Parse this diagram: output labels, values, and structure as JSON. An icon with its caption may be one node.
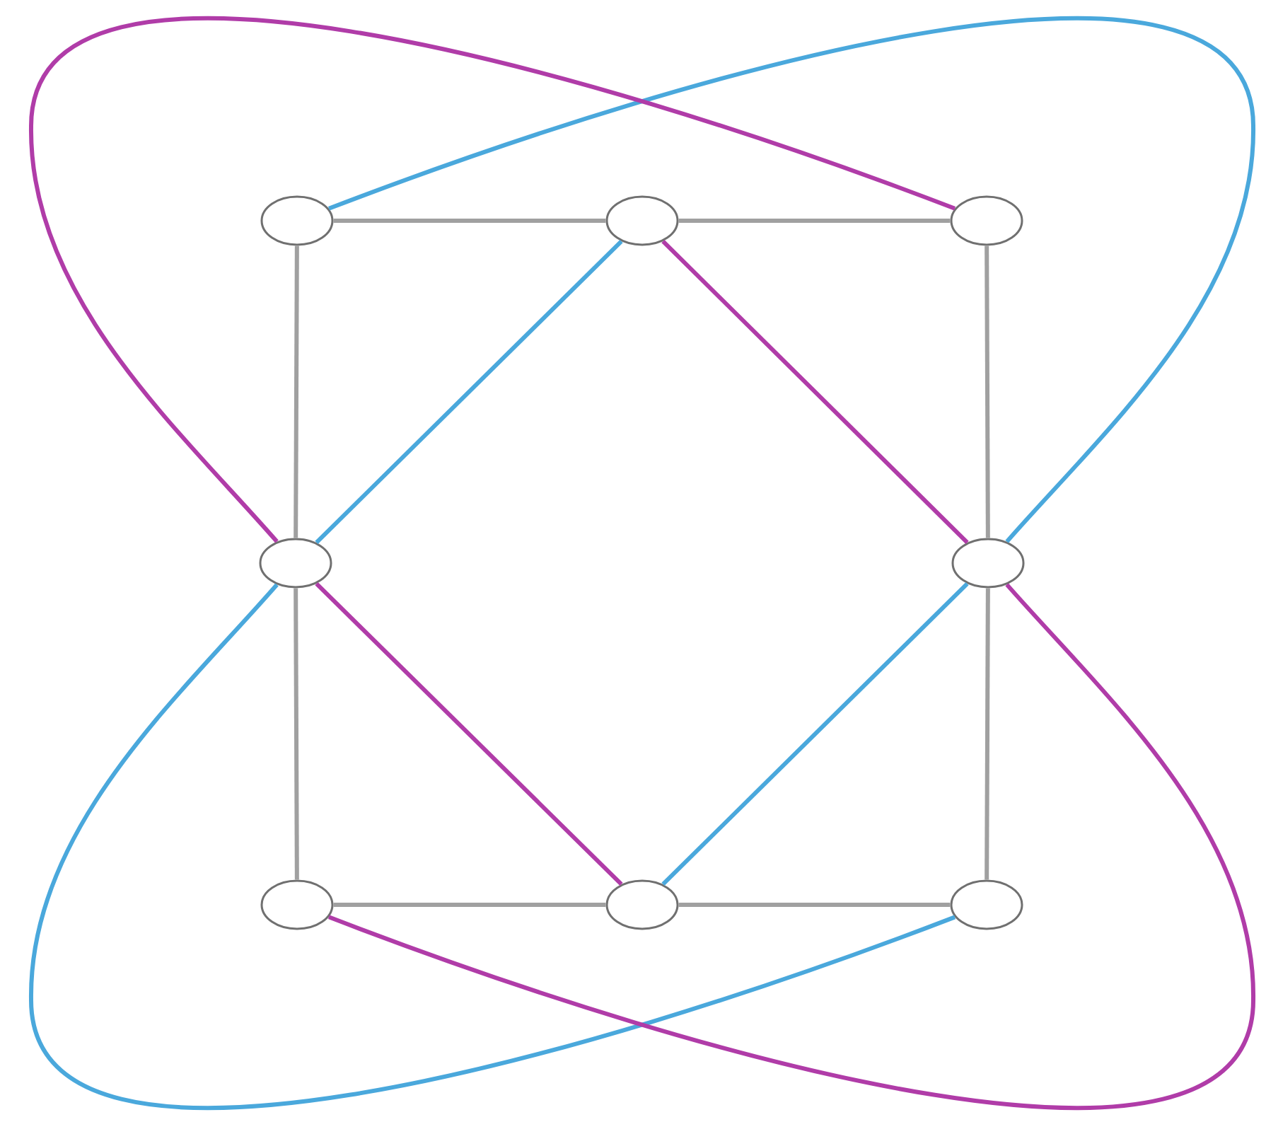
{
  "diagram": {
    "nodes": [
      {
        "text": [],
        "shape": "ellipse"
      },
      {
        "text": [],
        "shape": "ellipse"
      },
      {
        "text": [],
        "shape": "ellipse"
      },
      {
        "text": [],
        "shape": "ellipse"
      },
      {
        "text": [],
        "shape": "ellipse"
      },
      {
        "text": [],
        "shape": "ellipse"
      },
      {
        "text": [],
        "shape": "ellipse"
      },
      {
        "text": [],
        "shape": "ellipse"
      }
    ],
    "edges": [
      {
        "from": 0,
        "to": 1,
        "arrow": "none"
      },
      {
        "from": 1,
        "to": 2,
        "arrow": "none"
      },
      {
        "from": 2,
        "to": 4,
        "arrow": "none"
      },
      {
        "from": 4,
        "to": 7,
        "arrow": "none"
      },
      {
        "from": 7,
        "to": 6,
        "arrow": "none"
      },
      {
        "from": 6,
        "to": 5,
        "arrow": "none"
      },
      {
        "from": 5,
        "to": 3,
        "arrow": "none"
      },
      {
        "from": 3,
        "to": 0,
        "arrow": "none"
      },
      {
        "from": 0,
        "to": 4,
        "arrow": "none",
        "color": "#4aa8dc"
      },
      {
        "from": 4,
        "to": 6,
        "arrow": "none",
        "color": "#4aa8dc"
      },
      {
        "from": 1,
        "to": 3,
        "arrow": "none",
        "color": "#4aa8dc"
      },
      {
        "from": 3,
        "to": 7,
        "arrow": "none",
        "color": "#4aa8dc"
      },
      {
        "from": 2,
        "to": 3,
        "arrow": "none",
        "color": "#b03ca8"
      },
      {
        "from": 3,
        "to": 6,
        "arrow": "none",
        "color": "#b03ca8"
      },
      {
        "from": 1,
        "to": 4,
        "arrow": "none",
        "color": "#b03ca8"
      },
      {
        "from": 4,
        "to": 5,
        "arrow": "none",
        "color": "#b03ca8"
      }
    ]
  }
}
